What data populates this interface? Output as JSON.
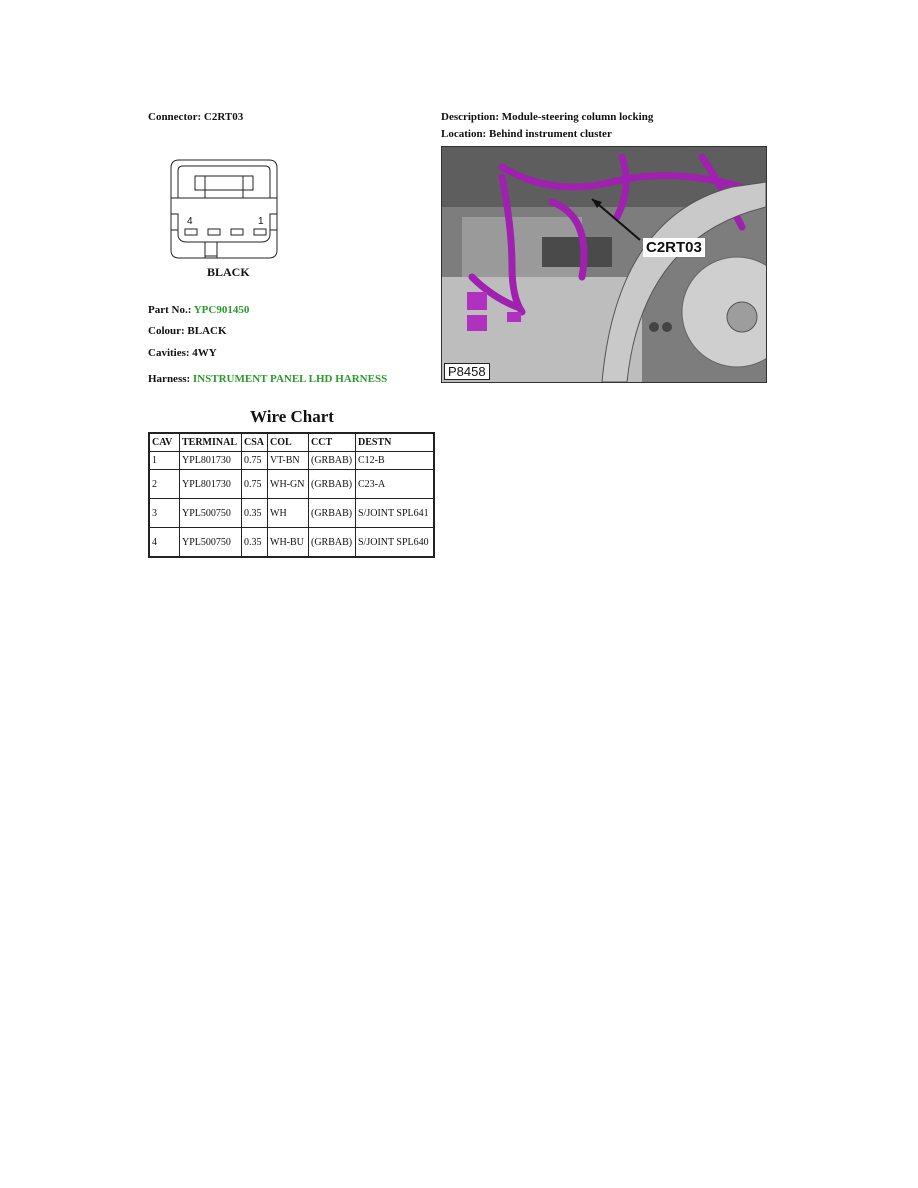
{
  "connector": {
    "label": "Connector:",
    "value": "C2RT03"
  },
  "description": {
    "label": "Description:",
    "value": "Module-steering column locking"
  },
  "location": {
    "label": "Location:",
    "value": "Behind instrument cluster"
  },
  "diagram": {
    "pin_left": "4",
    "pin_right": "1",
    "colour_caption": "BLACK"
  },
  "photo": {
    "id_label": "P8458",
    "callout": "C2RT03"
  },
  "part_no": {
    "label": "Part No.:",
    "value": "YPC901450"
  },
  "colour": {
    "label": "Colour:",
    "value": "BLACK"
  },
  "cavities": {
    "label": "Cavities:",
    "value": "4WY"
  },
  "harness": {
    "label": "Harness:",
    "value": "INSTRUMENT PANEL LHD HARNESS"
  },
  "colors": {
    "link_green": "#2a9a2a",
    "harness_purple": "#a020b0"
  },
  "wire_chart": {
    "title": "Wire Chart",
    "headers": [
      "CAV",
      "TERMINAL",
      "CSA",
      "COL",
      "CCT",
      "DESTN"
    ],
    "rows": [
      [
        "1",
        "YPL801730",
        "0.75",
        "VT-BN",
        "(GRBAB)",
        "C12-B"
      ],
      [
        "2",
        "YPL801730",
        "0.75",
        "WH-GN",
        "(GRBAB)",
        "C23-A"
      ],
      [
        "3",
        "YPL500750",
        "0.35",
        "WH",
        "(GRBAB)",
        "S/JOINT SPL641"
      ],
      [
        "4",
        "YPL500750",
        "0.35",
        "WH-BU",
        "(GRBAB)",
        "S/JOINT SPL640"
      ]
    ]
  }
}
